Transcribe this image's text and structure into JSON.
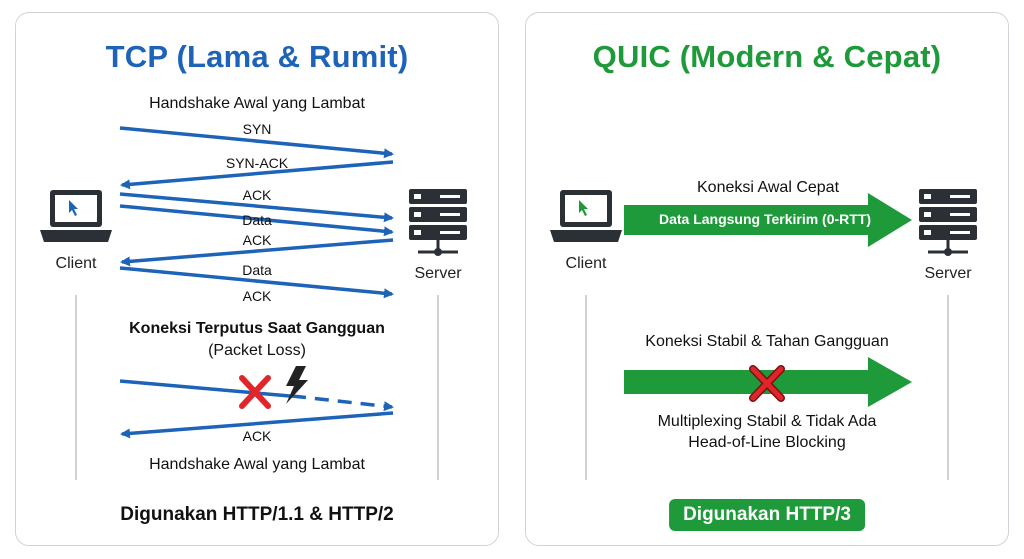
{
  "tcp": {
    "title": "TCP (Lama & Rumit)",
    "handshake_title": "Handshake Awal yang Lambat",
    "messages": [
      "SYN",
      "SYN-ACK",
      "ACK",
      "Data",
      "ACK",
      "Data",
      "ACK"
    ],
    "client_label": "Client",
    "server_label": "Server",
    "loss_title": "Koneksi Terputus Saat Gangguan",
    "loss_subtitle": "(Packet Loss)",
    "loss_ack": "ACK",
    "handshake_bottom": "Handshake Awal yang Lambat",
    "footer": "Digunakan HTTP/1.1 & HTTP/2",
    "color": "#1d63b8"
  },
  "quic": {
    "title": "QUIC (Modern & Cepat)",
    "fast_title": "Koneksi Awal Cepat",
    "arrow_text": "Data Langsung Terkirim (0-RTT)",
    "client_label": "Client",
    "server_label": "Server",
    "stable_title": "Koneksi Stabil & Tahan Gangguan",
    "stable_desc_line1": "Multiplexing Stabil & Tidak Ada",
    "stable_desc_line2": "Head-of-Line Blocking",
    "footer": "Digunakan HTTP/3",
    "color": "#1e9a3a"
  }
}
